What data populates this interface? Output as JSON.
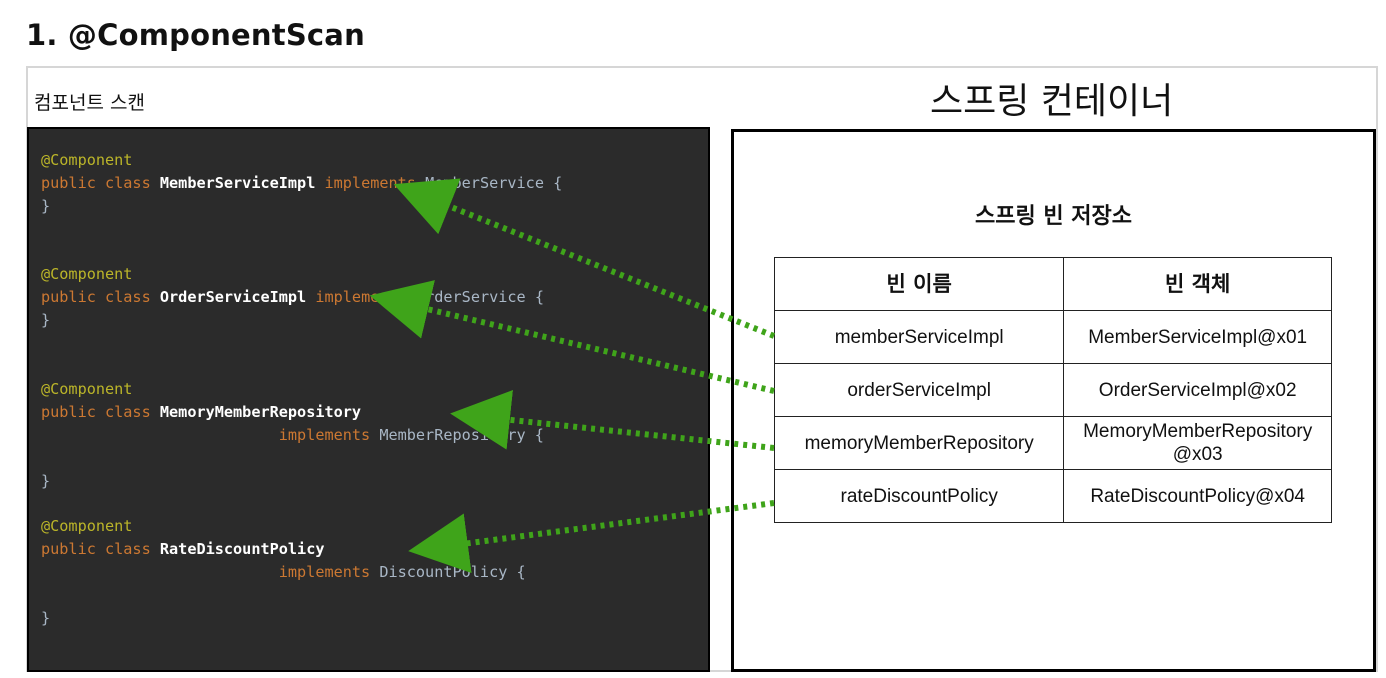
{
  "page_title": "1. @ComponentScan",
  "scan_label": "컴포넌트 스캔",
  "container_title": "스프링 컨테이너",
  "bean_store_title": "스프링 빈 저장소",
  "code": {
    "annotation": "@Component",
    "keywords": "public class",
    "implements": "implements",
    "close": "}",
    "blocks": [
      {
        "class_name": "MemberServiceImpl",
        "interface": "MemberService {"
      },
      {
        "class_name": "OrderServiceImpl",
        "interface": "OrderService {"
      },
      {
        "class_name": "MemoryMemberRepository",
        "interface": "MemberRepository {"
      },
      {
        "class_name": "RateDiscountPolicy",
        "interface": "DiscountPolicy {"
      }
    ]
  },
  "table": {
    "headers": [
      "빈 이름",
      "빈 객체"
    ],
    "rows": [
      [
        "memberServiceImpl",
        "MemberServiceImpl@x01"
      ],
      [
        "orderServiceImpl",
        "OrderServiceImpl@x02"
      ],
      [
        "memoryMemberRepository",
        "MemoryMemberRepository\n@x03"
      ],
      [
        "rateDiscountPolicy",
        "RateDiscountPolicy@x04"
      ]
    ]
  },
  "colors": {
    "arrow": "#3fa41a",
    "code_bg": "#2b2b2b",
    "annotation": "#bbb529",
    "keyword": "#cc7832"
  }
}
